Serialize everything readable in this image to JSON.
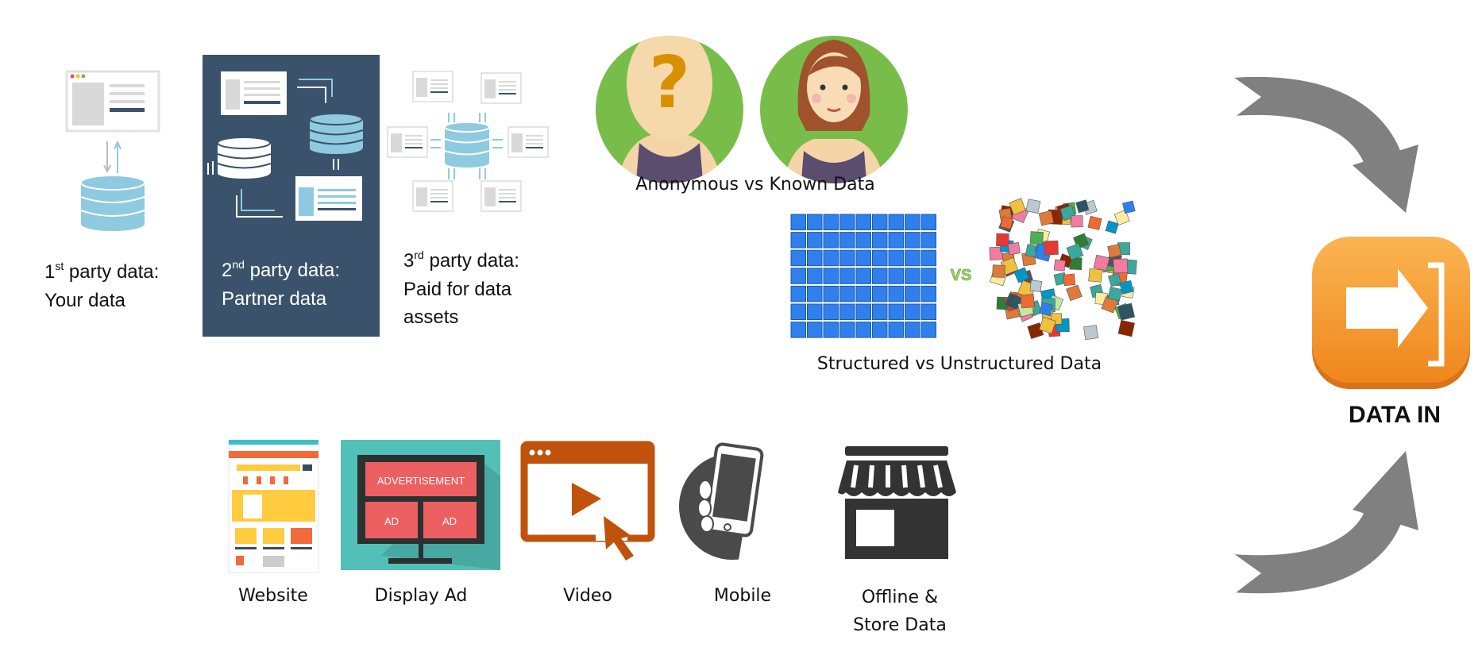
{
  "sources": {
    "first": {
      "num": "1",
      "sup": "st",
      "rest": " party data:",
      "line2": "Your data"
    },
    "second": {
      "num": "2",
      "sup": "nd",
      "rest": " party data:",
      "line2": "Partner data"
    },
    "third": {
      "num": "3",
      "sup": "rd",
      "rest": " party data:",
      "line2": "Paid for data",
      "line3": "assets"
    }
  },
  "identity_caption": "Anonymous vs Known Data",
  "anonymous_glyph": "?",
  "structure": {
    "vs": "VS",
    "caption": "Structured vs Unstructured Data"
  },
  "channels": [
    {
      "label": "Website"
    },
    {
      "label": "Display Ad",
      "banner": "ADVERTISEMENT",
      "ad1": "AD",
      "ad2": "AD"
    },
    {
      "label": "Video"
    },
    {
      "label": "Mobile"
    },
    {
      "label": "Offline &",
      "label2": "Store Data"
    }
  ],
  "data_in": {
    "label": "DATA IN"
  },
  "colors": {
    "partner_bg": "#3a526b",
    "db_blue": "#8ecae0",
    "grid_blue": "#2f80ed",
    "arrow_gray": "#808080",
    "orange": "#f39a2a",
    "scatter_palette": [
      "#e07a3a",
      "#f27ba0",
      "#fdeaa0",
      "#4caf50",
      "#2f5560",
      "#bcc8d0",
      "#f0c040",
      "#3aa89a",
      "#e53935",
      "#2f80ed",
      "#8b2500",
      "#c5e8a0",
      "#555555",
      "#f06a30",
      "#2e7d32",
      "#0097c8"
    ]
  }
}
